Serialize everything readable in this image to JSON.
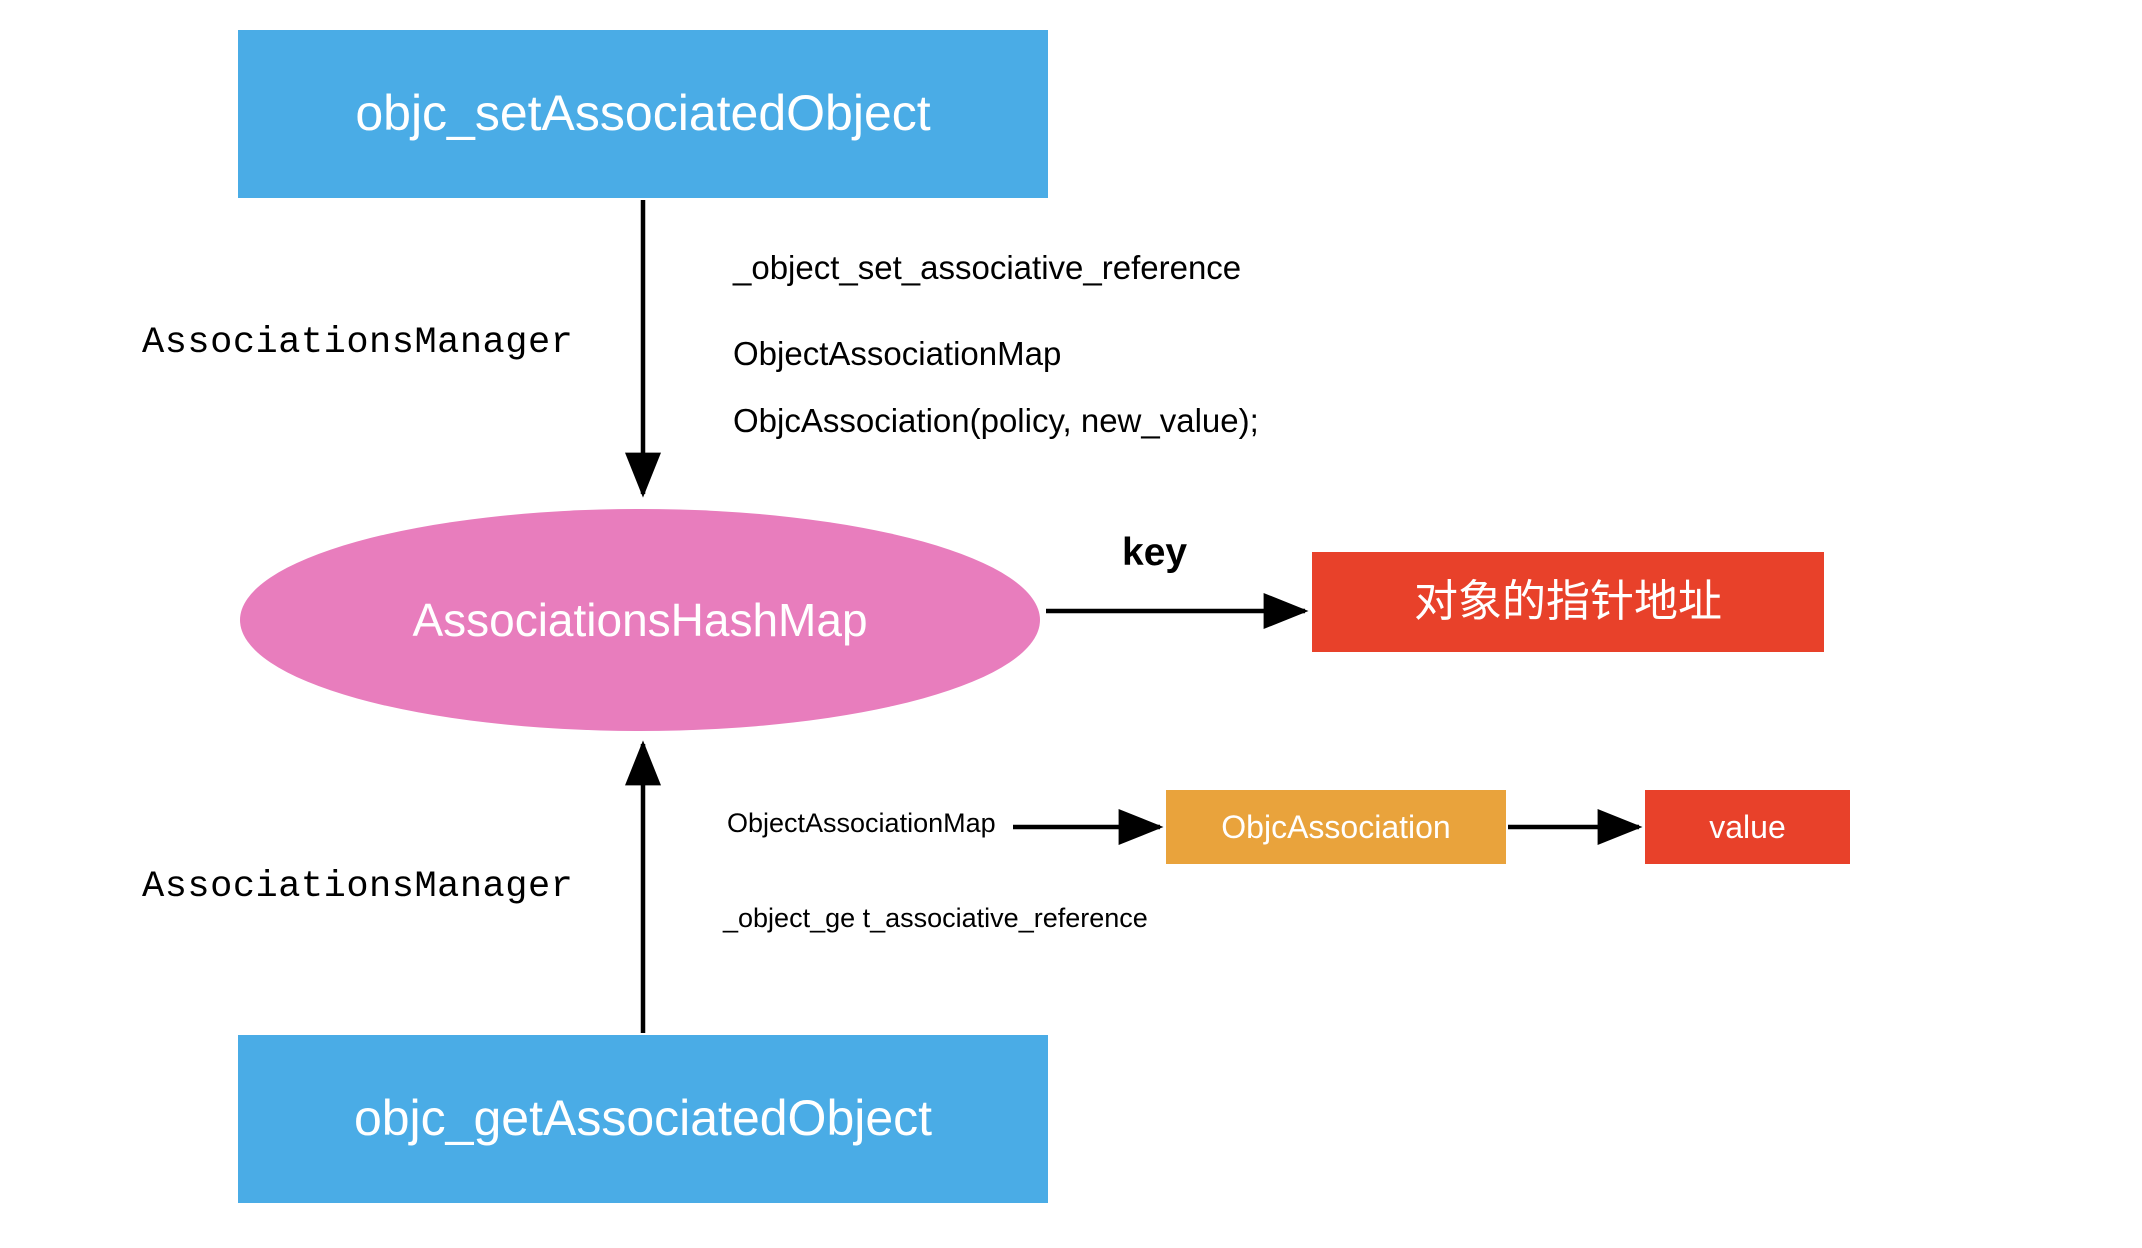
{
  "diagram": {
    "title": "Objective-C Associated Object internals",
    "nodes": {
      "set_function": "objc_setAssociatedObject",
      "get_function": "objc_getAssociatedObject",
      "hash_map": "AssociationsHashMap",
      "pointer_address": "对象的指针地址",
      "objc_association": "ObjcAssociation",
      "value": "value"
    },
    "labels": {
      "manager_top": "AssociationsManager",
      "manager_bottom": "AssociationsManager",
      "set_associative_reference": "_object_set_associative_reference",
      "object_association_map_top": "ObjectAssociationMap",
      "objc_association_call": "ObjcAssociation(policy, new_value);",
      "key": "key",
      "object_association_map_bottom": "ObjectAssociationMap",
      "get_associative_reference": "_object_ge t_associative_reference"
    },
    "colors": {
      "blue": "#4AACE6",
      "pink": "#E87DBD",
      "red": "#E8412A",
      "orange": "#E9A33C",
      "arrow": "#000000",
      "background": "#FFFFFF",
      "node_text": "#FFFFFF",
      "label_text": "#000000"
    },
    "arrows": [
      {
        "name": "set-fn-to-hashmap",
        "from": "objc_setAssociatedObject",
        "to": "AssociationsHashMap",
        "direction": "down"
      },
      {
        "name": "get-fn-to-hashmap",
        "from": "objc_getAssociatedObject",
        "to": "AssociationsHashMap",
        "direction": "up"
      },
      {
        "name": "hashmap-to-pointer-address",
        "from": "AssociationsHashMap",
        "to": "对象的指针地址",
        "direction": "right",
        "label": "key"
      },
      {
        "name": "map-to-objc-association",
        "from": "ObjectAssociationMap",
        "to": "ObjcAssociation",
        "direction": "right"
      },
      {
        "name": "objc-association-to-value",
        "from": "ObjcAssociation",
        "to": "value",
        "direction": "right"
      }
    ]
  }
}
